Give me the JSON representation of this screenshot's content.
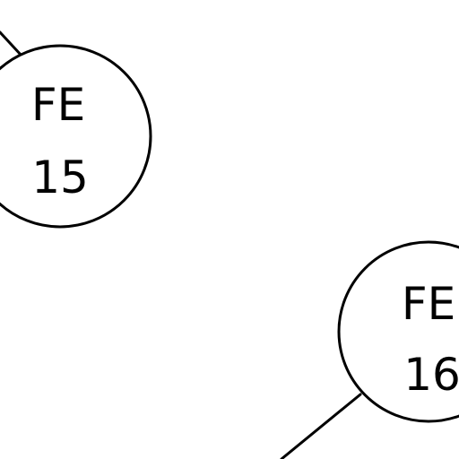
{
  "nodes": [
    {
      "id": "fe-15",
      "line1": "FE",
      "line2": "15"
    },
    {
      "id": "fe-16",
      "line1": "FE",
      "line2": "16"
    }
  ],
  "colors": {
    "background": "#ffffff",
    "stroke": "#000000",
    "text": "#000000"
  }
}
